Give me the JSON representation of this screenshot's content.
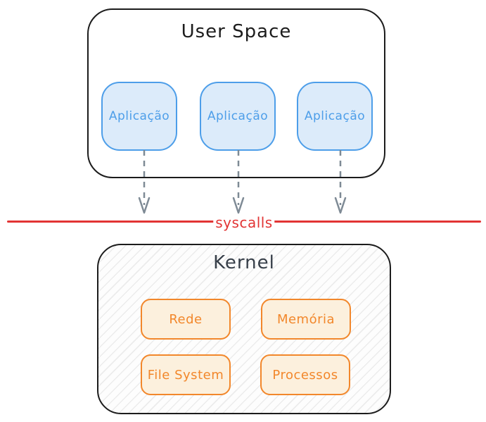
{
  "diagram": {
    "user_space": {
      "title": "User Space",
      "applications": [
        {
          "label": "Aplicação"
        },
        {
          "label": "Aplicação"
        },
        {
          "label": "Aplicação"
        }
      ]
    },
    "syscalls": {
      "label": "syscalls"
    },
    "kernel": {
      "title": "Kernel",
      "modules": [
        {
          "label": "Rede"
        },
        {
          "label": "Memória"
        },
        {
          "label": "File System"
        },
        {
          "label": "Processos"
        }
      ]
    },
    "colors": {
      "container_stroke": "#1c1c1c",
      "blue_stroke": "#4d9ee9",
      "blue_fill": "#dcebfa",
      "orange_stroke": "#f2872b",
      "orange_fill": "#fcf0dd",
      "syscalls_red": "#e23434",
      "arrow_gray": "#7e8a95",
      "kernel_title": "#373f49"
    }
  }
}
